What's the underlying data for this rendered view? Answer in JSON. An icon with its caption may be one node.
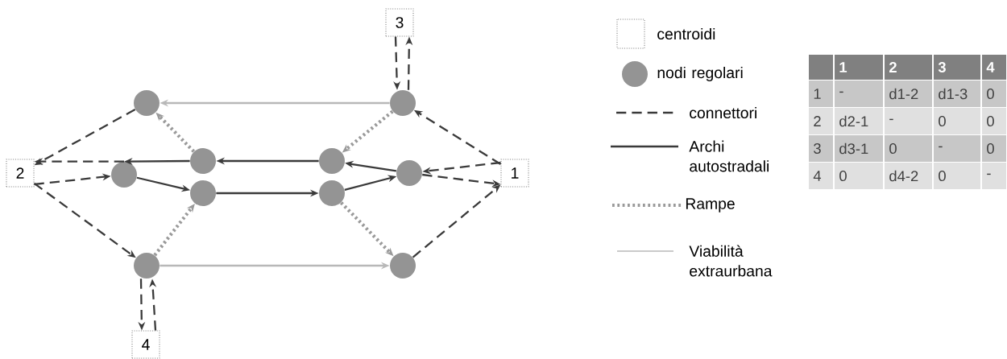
{
  "diagram": {
    "nodes": [
      {
        "text": [
          "1"
        ]
      },
      {
        "text": [
          "2"
        ]
      },
      {
        "text": [
          "3"
        ]
      },
      {
        "text": [
          "4"
        ]
      },
      {
        "text": [],
        "shape": "circle"
      },
      {
        "text": [],
        "shape": "circle"
      },
      {
        "text": [],
        "shape": "circle"
      },
      {
        "text": [],
        "shape": "circle"
      },
      {
        "text": [],
        "shape": "circle"
      },
      {
        "text": [],
        "shape": "circle"
      },
      {
        "text": [],
        "shape": "circle"
      },
      {
        "text": [],
        "shape": "circle"
      },
      {
        "text": [],
        "shape": "circle"
      },
      {
        "text": [],
        "shape": "circle"
      }
    ],
    "edges": [
      {
        "from": 4,
        "to": 1,
        "arrow": "to",
        "style": "dashed"
      },
      {
        "from": 0,
        "to": 5,
        "arrow": "to",
        "style": "dashed"
      },
      {
        "from": 2,
        "to": 5,
        "arrow": "to",
        "style": "dashed"
      },
      {
        "from": 5,
        "to": 2,
        "arrow": "to",
        "style": "dashed"
      },
      {
        "from": 7,
        "to": 1,
        "arrow": "to",
        "style": "dashed"
      },
      {
        "from": 1,
        "to": 7,
        "arrow": "to",
        "style": "dashed"
      },
      {
        "from": 0,
        "to": 9,
        "arrow": "to",
        "style": "dashed"
      },
      {
        "from": 9,
        "to": 0,
        "arrow": "to",
        "style": "dashed"
      },
      {
        "from": 1,
        "to": 12,
        "arrow": "to",
        "style": "dashed"
      },
      {
        "from": 13,
        "to": 0,
        "arrow": "to",
        "style": "dashed"
      },
      {
        "from": 12,
        "to": 3,
        "arrow": "to",
        "style": "dashed"
      },
      {
        "from": 3,
        "to": 12,
        "arrow": "to",
        "style": "dashed"
      },
      {
        "from": 9,
        "to": 8,
        "arrow": "to"
      },
      {
        "from": 8,
        "to": 6,
        "arrow": "to"
      },
      {
        "from": 6,
        "to": 7,
        "arrow": "to"
      },
      {
        "from": 7,
        "to": 10,
        "arrow": "to"
      },
      {
        "from": 10,
        "to": 11,
        "arrow": "to"
      },
      {
        "from": 11,
        "to": 9,
        "arrow": "to"
      },
      {
        "from": 5,
        "to": 8,
        "arrow": "to",
        "style": "dashed",
        "color": "#9a9a9a"
      },
      {
        "from": 6,
        "to": 4,
        "arrow": "to",
        "style": "dashed",
        "color": "#9a9a9a"
      },
      {
        "from": 12,
        "to": 10,
        "arrow": "to",
        "style": "dashed",
        "color": "#9a9a9a"
      },
      {
        "from": 11,
        "to": 13,
        "arrow": "to",
        "style": "dashed",
        "color": "#9a9a9a"
      },
      {
        "from": 5,
        "to": 4,
        "arrow": "to",
        "color": "#b8b8b8"
      },
      {
        "from": 12,
        "to": 13,
        "arrow": "to",
        "color": "#b8b8b8"
      }
    ],
    "labels": [
      "1",
      "2",
      "3",
      "4",
      "1",
      "-",
      "d1-2",
      "d1-3",
      "0",
      "2",
      "d2-1",
      "-",
      "0",
      "0",
      "3",
      "d3-1",
      "0",
      "-",
      "0",
      "4",
      "0",
      "d4-2",
      "0",
      "-"
    ],
    "legend": [
      {
        "text": "centroidi"
      },
      {
        "text": "nodi regolari"
      },
      {
        "text": "connettori"
      },
      {
        "text": "Archi autostradali"
      },
      {
        "text": "Rampe"
      },
      {
        "text": "Viabilità extraurbana"
      }
    ]
  }
}
